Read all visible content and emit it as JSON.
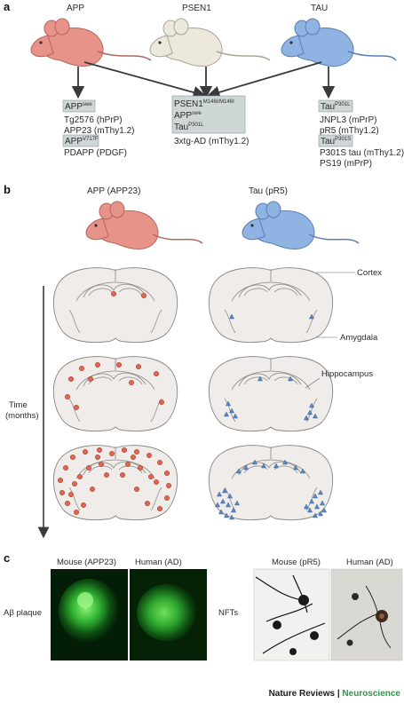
{
  "panels": {
    "a": "a",
    "b": "b",
    "c": "c"
  },
  "panel_a": {
    "mice": [
      "APP",
      "PSEN1",
      "TAU"
    ],
    "left_box": {
      "tag1": {
        "base": "APP",
        "sup": "swe"
      },
      "line1": "Tg2576 (hPrP)",
      "line2": "APP23 (mThy1.2)",
      "tag2": {
        "base": "APP",
        "sup": "V717F"
      },
      "line3": "PDAPP (PDGF)"
    },
    "middle_box": {
      "tag1": {
        "base": "PSEN1",
        "sup": "M146I/M146I"
      },
      "tag2": {
        "base": "APP",
        "sup": "swe"
      },
      "tag3": {
        "base": "Tau",
        "sup": "P301L"
      },
      "line1": "3xtg-AD (mThy1.2)"
    },
    "right_box": {
      "tag1": {
        "base": "Tau",
        "sup": "P301L"
      },
      "line1": "JNPL3 (mPrP)",
      "line2": "pR5 (mThy1.2)",
      "tag2": {
        "base": "Tau",
        "sup": "P301S"
      },
      "line3": "P301S tau (mThy1.2)",
      "line4": "PS19 (mPrP)"
    }
  },
  "panel_b": {
    "mouse_left": "APP (APP23)",
    "mouse_right": "Tau (pR5)",
    "labels": {
      "cortex": "Cortex",
      "amygdala": "Amygdala",
      "hippocampus": "Hippocampus"
    },
    "time_line1": "Time",
    "time_line2": "(months)"
  },
  "panel_c": {
    "left_header1": "Mouse (APP23)",
    "left_header2": "Human (AD)",
    "left_row_prefix": "Aβ",
    "left_row_suffix": " plaque",
    "right_header1": "Mouse (pR5)",
    "right_header2": "Human (AD)",
    "right_row": "NFTs"
  },
  "footer": {
    "brand1": "Nature Reviews",
    "sep": " | ",
    "brand2": "Neuroscience"
  },
  "colors": {
    "app_mouse": "#e8938a",
    "psen1_mouse": "#ece9dc",
    "tau_mouse": "#8fb3e3",
    "plaque": "#e0654f",
    "tangle": "#5b86c4",
    "brain": "#efecea",
    "box": "#cfd6d6",
    "fluor": "#39c23a",
    "brand_green": "#2b9a48"
  }
}
